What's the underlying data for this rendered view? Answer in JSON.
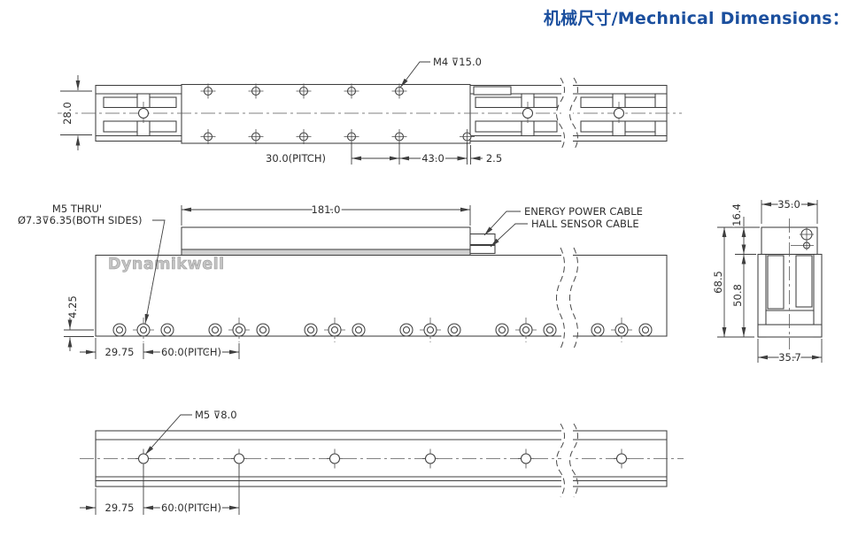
{
  "title": "机械尺寸/Mechnical Dimensions：",
  "watermark": "Dynamikwell",
  "colors": {
    "title_accent": "#1b4f9e",
    "drawing_line": "#3f3f3f",
    "watermark_gray": "#c4c4c4"
  },
  "top_view": {
    "m4_callout": "M4 ⊽15.0",
    "dim_height": "28.0",
    "dim_pitch": "30.0(PITCH)",
    "dim_43": "43.0",
    "dim_2_5": "2.5"
  },
  "side_view": {
    "m5_callout_line1": "M5 THRU'",
    "m5_callout_line2": "Ø7.3⊽6.35(BOTH SIDES)",
    "dim_181": "181.0",
    "energy_cable_label": "ENERGY POWER CABLE",
    "hall_cable_label": "HALL SENSOR CABLE",
    "dim_4_25": "4.25",
    "dim_29_75": "29.75",
    "dim_pitch": "60.0(PITCH)"
  },
  "section_view": {
    "dim_16_4": "16.4",
    "dim_35_0": "35.0",
    "dim_68_5": "68.5",
    "dim_50_8": "50.8",
    "dim_35_7": "35.7"
  },
  "bottom_view": {
    "m5_callout": "M5 ⊽8.0",
    "dim_29_75": "29.75",
    "dim_pitch": "60.0(PITCH)"
  }
}
